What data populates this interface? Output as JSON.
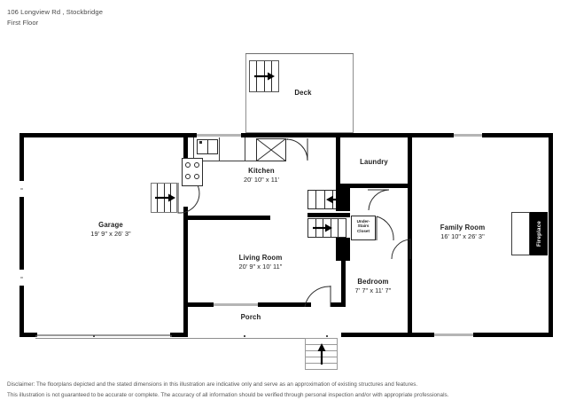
{
  "header": {
    "address": "106 Longview Rd , Stockbridge",
    "floor": "First Floor"
  },
  "footer": {
    "line1": "Disclaimer: The floorplans depicted and the stated dimensions in this illustration are indicative only and serve as an approximation of existing structures and features.",
    "line2": "This illustration is not guaranteed to be accurate or complete. The accuracy of all information should be verified through personal inspection and/or with appropriate professionals."
  },
  "plan": {
    "rooms": [
      {
        "id": "deck",
        "name": "Deck",
        "dim": ""
      },
      {
        "id": "kitchen",
        "name": "Kitchen",
        "dim": "20' 10\" x 11'"
      },
      {
        "id": "laundry",
        "name": "Laundry",
        "dim": ""
      },
      {
        "id": "garage",
        "name": "Garage",
        "dim": "19' 9\" x 26' 3\""
      },
      {
        "id": "living_room",
        "name": "Living Room",
        "dim": "20' 9\" x 10' 11\""
      },
      {
        "id": "family_room",
        "name": "Family Room",
        "dim": "16' 10\" x 26' 3\""
      },
      {
        "id": "bedroom",
        "name": "Bedroom",
        "dim": "7' 7\" x 11' 7\""
      },
      {
        "id": "porch",
        "name": "Porch",
        "dim": ""
      }
    ],
    "closet": {
      "line1": "Under-",
      "line2": "Stairs",
      "line3": "Closet"
    },
    "fireplace": {
      "label": "Fireplace"
    },
    "colors": {
      "wall": "#000000",
      "thin_line": "#111111",
      "light_line": "#9a9a9a",
      "label_text": "#1d1d1d",
      "fireplace_bg": "#000000",
      "fireplace_text": "#ffffff",
      "page_bg": "#ffffff"
    }
  }
}
